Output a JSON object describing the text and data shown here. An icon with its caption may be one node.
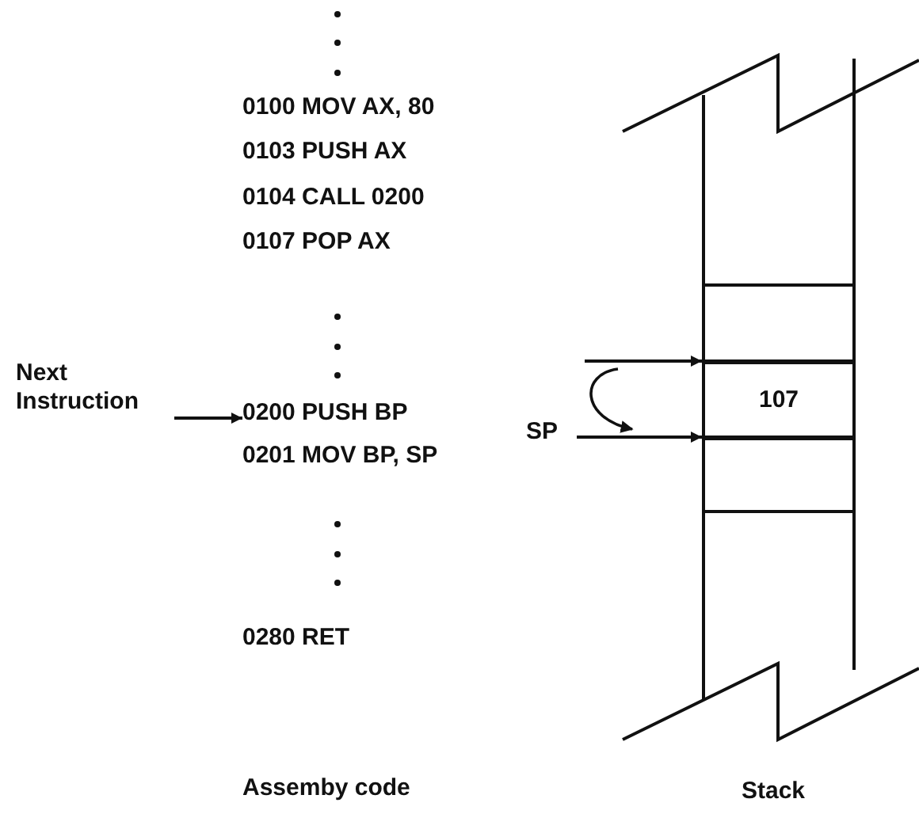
{
  "diagram": {
    "nodes": [
      {
        "text": [
          "Next Instruction"
        ]
      },
      {
        "text": [
          "0200 PUSH BP"
        ]
      },
      {
        "text": [
          "SP"
        ]
      },
      {
        "text": [],
        "shape": "box"
      },
      {
        "text": [
          "107"
        ]
      },
      {
        "text": [],
        "shape": "box"
      }
    ],
    "edges": [
      {
        "from": 0,
        "to": 1,
        "arrow": "to"
      },
      {
        "from": null,
        "to": 4,
        "arrow": "to"
      },
      {
        "from": 2,
        "to": 5,
        "arrow": "to"
      }
    ],
    "labels": [
      "0100 MOV AX, 80",
      "0103 PUSH AX",
      "0104 CALL 0200",
      "0107 POP AX",
      "0201 MOV BP, SP",
      "0280 RET",
      "Assemby code",
      "Stack"
    ]
  }
}
